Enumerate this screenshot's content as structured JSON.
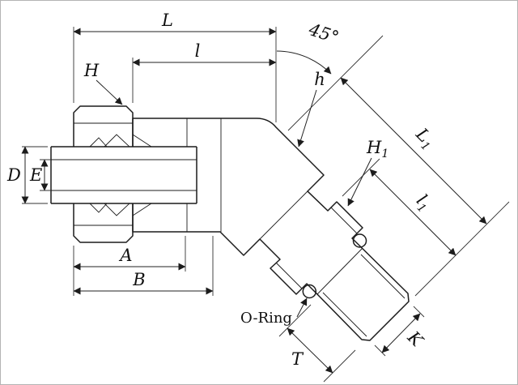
{
  "drawing": {
    "description": "Dimensioned engineering drawing of a 45-degree male elbow tube fitting with O-ring",
    "angle_label": "45°",
    "dimensions": {
      "L": "L",
      "l": "l",
      "A": "A",
      "B": "B",
      "D": "D",
      "E": "E",
      "H": "H",
      "h": "h",
      "T": "T",
      "K": "K",
      "H1": {
        "base": "H",
        "sub": "1"
      },
      "L1": {
        "base": "L",
        "sub": "1"
      },
      "l1": {
        "base": "l",
        "sub": "1"
      }
    },
    "callouts": {
      "o_ring": "O-Ring"
    },
    "colors": {
      "line": "#1c1c1c",
      "body_fill": "#dcdcdc",
      "nut_fill": "#d4d4d4",
      "ferrule_fill": "#c2c2c2",
      "bore_fill": "#ffffff",
      "background": "#ffffff"
    }
  }
}
